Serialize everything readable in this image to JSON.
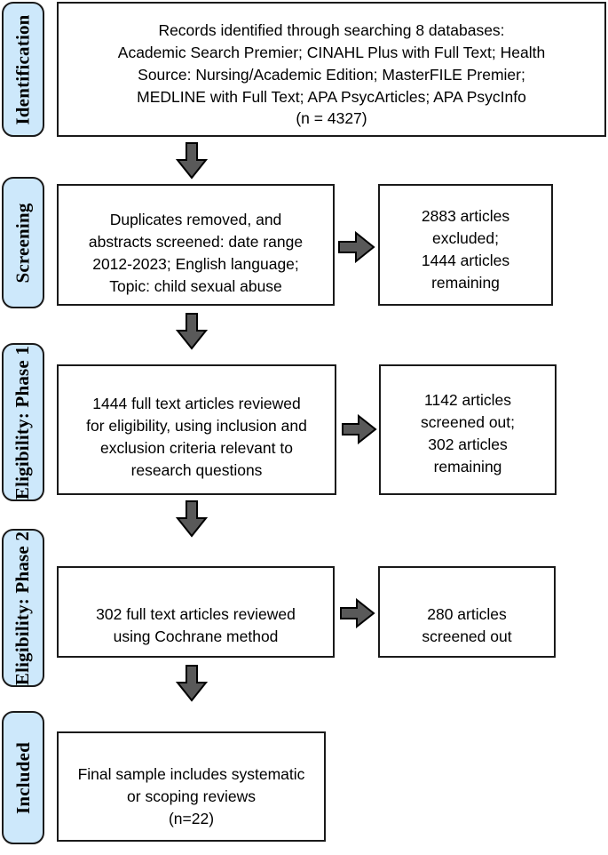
{
  "figure": {
    "type": "prisma-flow-diagram",
    "colors": {
      "stage_label_fill": "#cde8fb",
      "stage_label_border": "#1a1a1a",
      "box_fill": "#ffffff",
      "box_border": "#1a1a1a",
      "arrow_fill": "#595959",
      "arrow_stroke": "#000000",
      "text": "#000000",
      "background": "#ffffff"
    }
  },
  "stages": [
    {
      "id": "identification",
      "label": "Identification"
    },
    {
      "id": "screening",
      "label": "Screening"
    },
    {
      "id": "eligibility_phase_1",
      "label": "Eligibility: Phase 1"
    },
    {
      "id": "eligibility_phase_2",
      "label": "Eligibility: Phase 2"
    },
    {
      "id": "included",
      "label": "Included"
    }
  ],
  "boxes": {
    "identification_records": {
      "text": "Records identified through searching 8 databases:\nAcademic Search Premier; CINAHL Plus with Full Text; Health\nSource: Nursing/Academic Edition; MasterFILE Premier;\nMEDLINE with Full Text; APA PsycArticles; APA PsycInfo\n(n = 4327)",
      "n": 4327,
      "databases_count": 8,
      "databases": [
        "Academic Search Premier",
        "CINAHL Plus with Full Text",
        "Health Source: Nursing/Academic Edition",
        "MasterFILE Premier",
        "MEDLINE with Full Text",
        "APA PsycArticles",
        "APA PsycInfo"
      ]
    },
    "screening_process": {
      "text": "Duplicates removed, and\nabstracts screened: date range\n2012-2023; English language;\nTopic: child sexual abuse",
      "date_range": "2012-2023",
      "language": "English",
      "topic": "child sexual abuse"
    },
    "screening_excluded": {
      "text": "2883 articles\nexcluded;\n1444 articles\nremaining",
      "excluded": 2883,
      "remaining": 1444
    },
    "phase1_process": {
      "text": "1444 full text articles reviewed\nfor eligibility, using inclusion and\nexclusion criteria relevant to\nresearch questions",
      "reviewed": 1444
    },
    "phase1_excluded": {
      "text": "1142 articles\nscreened out;\n302 articles\nremaining",
      "screened_out": 1142,
      "remaining": 302
    },
    "phase2_process": {
      "text": "302 full text articles reviewed\nusing Cochrane method",
      "reviewed": 302,
      "method": "Cochrane method"
    },
    "phase2_excluded": {
      "text": "280 articles\nscreened out",
      "screened_out": 280
    },
    "included_final": {
      "text": "Final sample includes systematic\nor scoping reviews\n(n=22)",
      "n": 22,
      "review_types": [
        "systematic reviews",
        "scoping reviews"
      ]
    }
  },
  "arrows": [
    {
      "id": "down-identification-to-screening",
      "direction": "down"
    },
    {
      "id": "right-screening-to-excluded",
      "direction": "right"
    },
    {
      "id": "down-screening-to-phase1",
      "direction": "down"
    },
    {
      "id": "right-phase1-to-excluded",
      "direction": "right"
    },
    {
      "id": "down-phase1-to-phase2",
      "direction": "down"
    },
    {
      "id": "right-phase2-to-excluded",
      "direction": "right"
    },
    {
      "id": "down-phase2-to-included",
      "direction": "down"
    }
  ]
}
